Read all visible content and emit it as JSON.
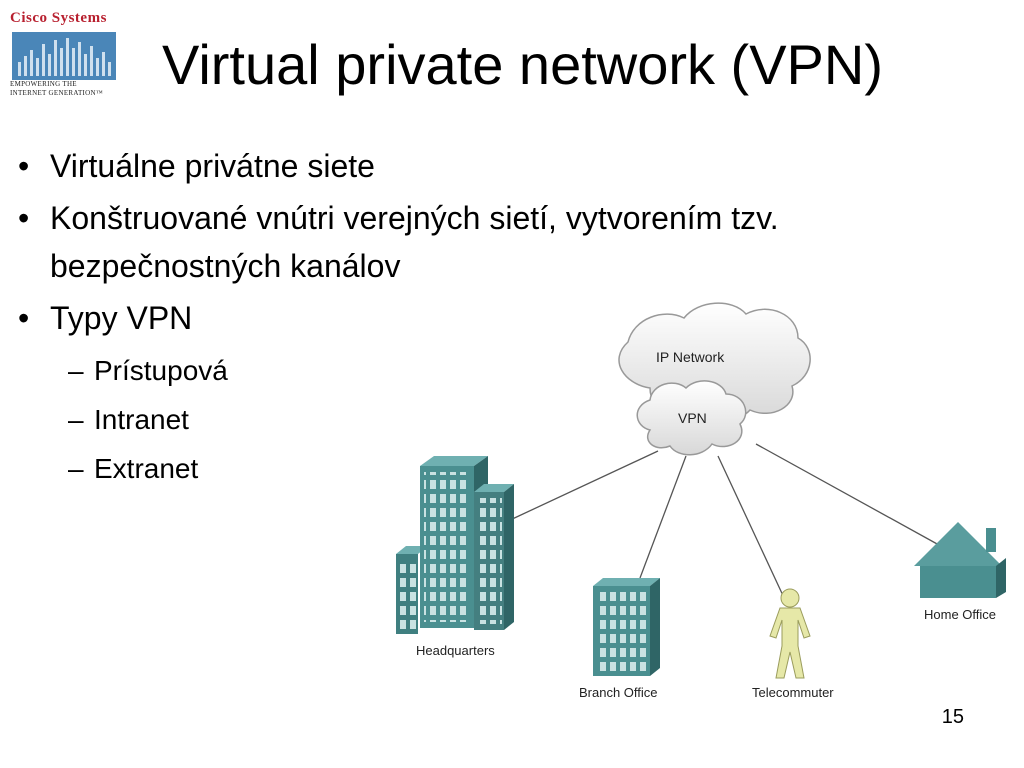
{
  "logo": {
    "brand": "Cisco Systems",
    "tagline_line1": "Empowering the",
    "tagline_line2": "Internet Generation™"
  },
  "slide": {
    "title": "Virtual private network (VPN)",
    "bullets": [
      "Virtuálne privátne siete",
      "Konštruované vnútri verejných sietí, vytvorením tzv. bezpečnostných kanálov",
      "Typy VPN"
    ],
    "sub_bullets": [
      "Prístupová",
      "Intranet",
      "Extranet"
    ],
    "page_number": "15"
  },
  "diagram": {
    "ip_network_label": "IP Network",
    "vpn_label": "VPN",
    "headquarters_label": "Headquarters",
    "branch_office_label": "Branch Office",
    "telecommuter_label": "Telecommuter",
    "home_office_label": "Home Office",
    "colors": {
      "building": "#4a8f90",
      "building_dark": "#356e70",
      "person": "#e6e8a8",
      "cloud": "#eeeeee",
      "line": "#555555"
    }
  }
}
